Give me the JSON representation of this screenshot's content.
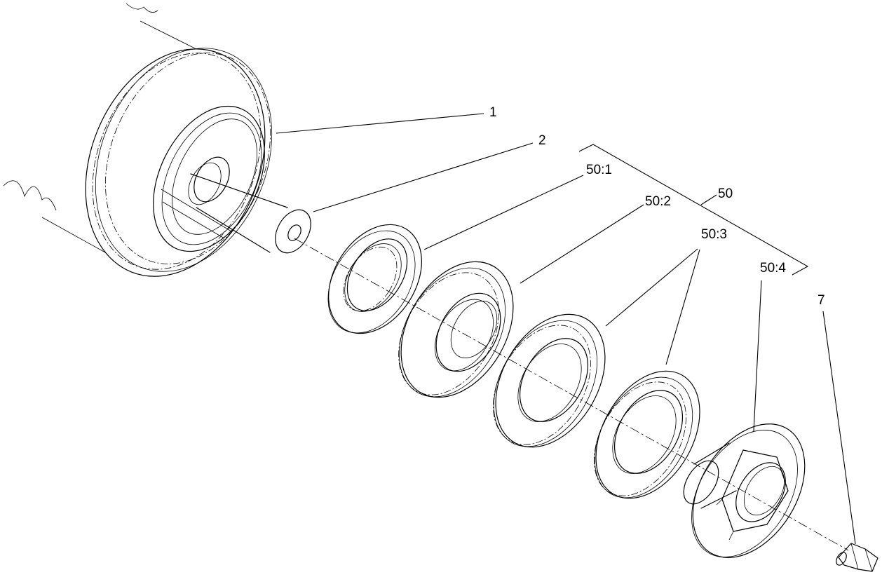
{
  "callouts": {
    "c1": "1",
    "c2": "2",
    "c50": "50",
    "c50_1": "50:1",
    "c50_2": "50:2",
    "c50_3": "50:3",
    "c50_4": "50:4",
    "c7": "7"
  }
}
